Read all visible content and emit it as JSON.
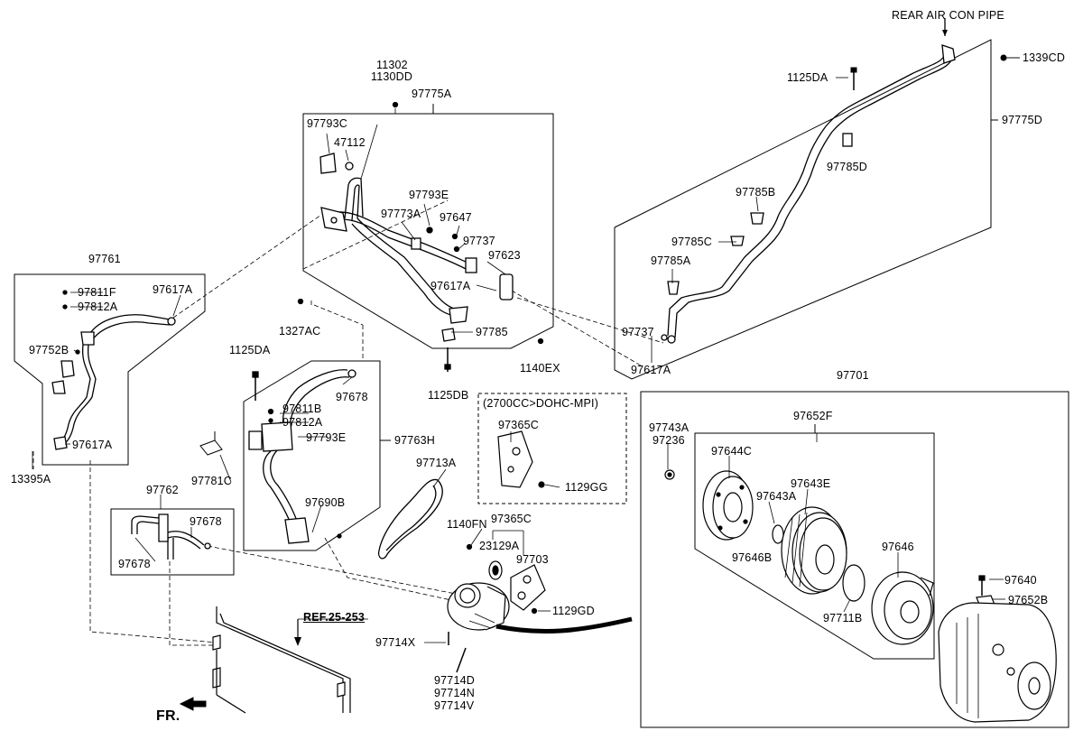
{
  "labels": {
    "rear_air_con_pipe": "REAR AIR CON PIPE",
    "p1339CD": "1339CD",
    "p1125DA_top": "1125DA",
    "p97775D": "97775D",
    "p97785D": "97785D",
    "p97785B": "97785B",
    "p97785C": "97785C",
    "p97785A": "97785A",
    "p97737_r": "97737",
    "p97617A_r": "97617A",
    "p11302": "11302",
    "p1130DD": "1130DD",
    "p97775A": "97775A",
    "p97793C": "97793C",
    "p47112": "47112",
    "p97793E_top": "97793E",
    "p97773A": "97773A",
    "p97647": "97647",
    "p97737_m": "97737",
    "p97623": "97623",
    "p97617A_m": "97617A",
    "p97785_m": "97785",
    "p1327AC": "1327AC",
    "p1140EX": "1140EX",
    "p1125DB": "1125DB",
    "p97761": "97761",
    "p97811F": "97811F",
    "p97812A_l": "97812A",
    "p97617A_l": "97617A",
    "p97752B": "97752B",
    "p97617A_l2": "97617A",
    "p13395A": "13395A",
    "p1125DA_m": "1125DA",
    "p97678_m": "97678",
    "p97811B": "97811B",
    "p97812A_m": "97812A",
    "p97793E_m": "97793E",
    "p97763H": "97763H",
    "p97781C": "97781C",
    "p97690B": "97690B",
    "p97762": "97762",
    "p97678_a": "97678",
    "p97678_b": "97678",
    "p97713A": "97713A",
    "p2700": "(2700CC>DOHC-MPI)",
    "p97365C_box": "97365C",
    "p1129GG": "1129GG",
    "p1140FN": "1140FN",
    "p97365C": "97365C",
    "p23129A": "23129A",
    "p97703": "97703",
    "p1129GD": "1129GD",
    "p97714X": "97714X",
    "p97714D": "97714D",
    "p97714N": "97714N",
    "p97714V": "97714V",
    "ref": "REF.25-253",
    "fr": "FR.",
    "p97701": "97701",
    "p97743A": "97743A",
    "p97236": "97236",
    "p97652F": "97652F",
    "p97644C": "97644C",
    "p97643E": "97643E",
    "p97643A": "97643A",
    "p97646B": "97646B",
    "p97646": "97646",
    "p97711B": "97711B",
    "p97640": "97640",
    "p97652B": "97652B"
  }
}
